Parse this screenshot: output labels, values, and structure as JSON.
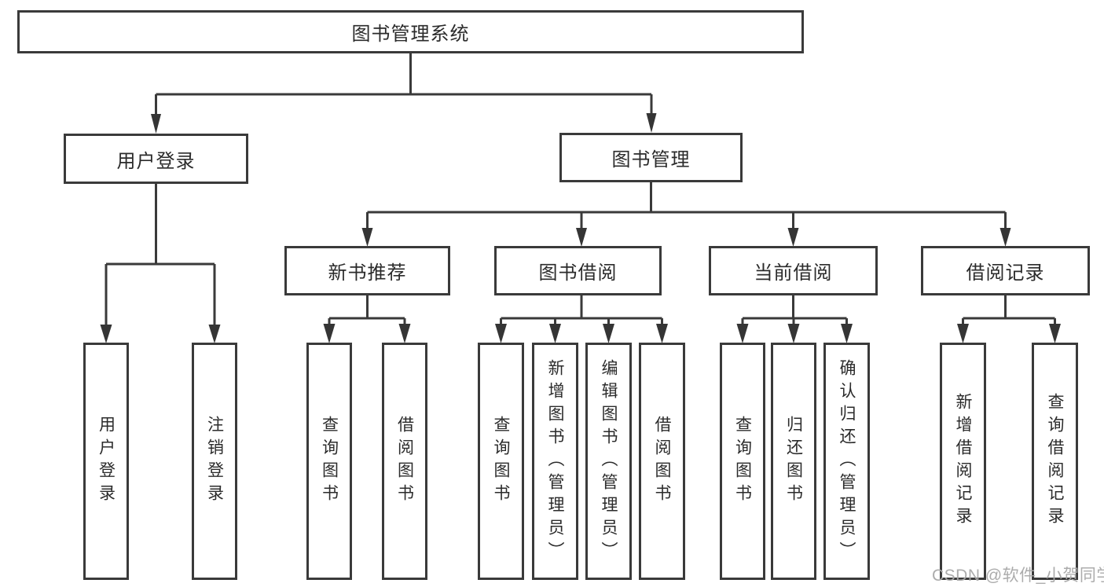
{
  "tree": {
    "label": "图书管理系统",
    "children": [
      {
        "label": "用户登录",
        "children": [
          {
            "label": "用户登录"
          },
          {
            "label": "注销登录"
          }
        ]
      },
      {
        "label": "图书管理",
        "children": [
          {
            "label": "新书推荐",
            "children": [
              {
                "label": "查询图书"
              },
              {
                "label": "借阅图书"
              }
            ]
          },
          {
            "label": "图书借阅",
            "children": [
              {
                "label": "查询图书"
              },
              {
                "label": "新增图书（管理员）"
              },
              {
                "label": "编辑图书（管理员）"
              },
              {
                "label": "借阅图书"
              }
            ]
          },
          {
            "label": "当前借阅",
            "children": [
              {
                "label": "查询图书"
              },
              {
                "label": "归还图书"
              },
              {
                "label": "确认归还（管理员）"
              }
            ]
          },
          {
            "label": "借阅记录",
            "children": [
              {
                "label": "新增借阅记录"
              },
              {
                "label": "查询借阅记录"
              }
            ]
          }
        ]
      }
    ]
  },
  "watermark": {
    "text": "CSDN @软件_小贺同学"
  },
  "colors": {
    "line": "#3a3a3a",
    "text": "#2b2b2b",
    "watermark": "#a8a8a8"
  }
}
